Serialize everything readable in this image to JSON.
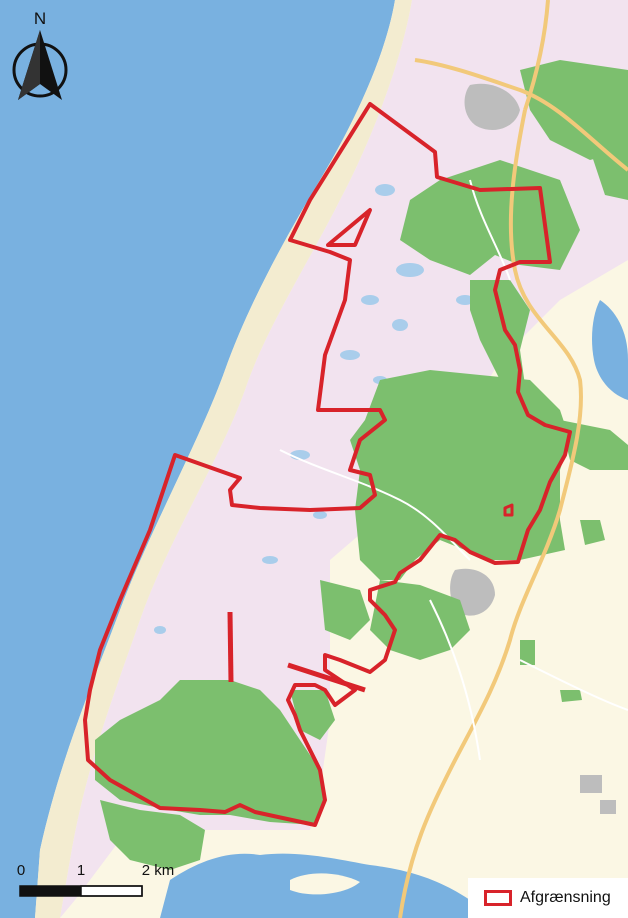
{
  "map": {
    "north_label": "N",
    "scalebar": {
      "ticks": [
        "0",
        "1",
        "2 km"
      ]
    },
    "legend": {
      "label": "Afgrænsning"
    },
    "colors": {
      "sea": "#79b1e0",
      "shore_sand": "#f3ecd0",
      "dunes": "#f2e3ef",
      "land": "#fbf7e4",
      "forest": "#7cbf6e",
      "boundary": "#d8232a",
      "lake": "#a9cdeb",
      "roads": "#f2c97a",
      "urban": "#bdbdbd"
    }
  }
}
